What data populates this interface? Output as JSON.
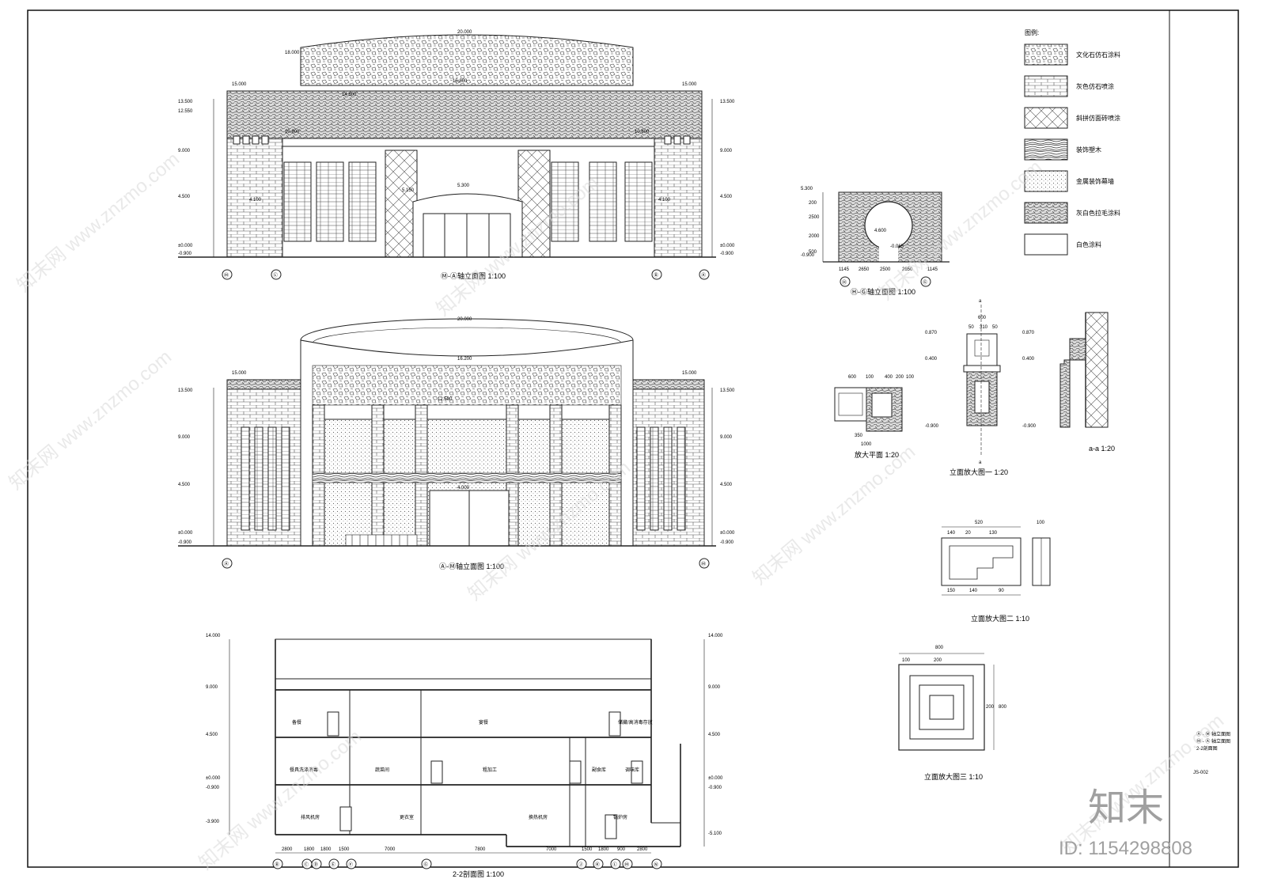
{
  "drawings": {
    "elev1": {
      "title": "Ⓜ-Ⓐ轴立面图 1:100",
      "left_axes": [
        "Ⓜ",
        "Ⓛ"
      ],
      "right_axes": [
        "Ⓑ",
        "Ⓐ"
      ],
      "levels": [
        "13.500",
        "12.550",
        "9.000",
        "4.500",
        "±0.000",
        "-0.900"
      ],
      "right_levels": [
        "13.500",
        "9.000",
        "4.500",
        "±0.000",
        "-0.900"
      ],
      "dims": [
        "20.000",
        "18.000",
        "15.000",
        "15.000",
        "14.600",
        "15.800",
        "10.800",
        "10.800",
        "5.150",
        "5.300",
        "4.100",
        "4.100"
      ]
    },
    "elev2": {
      "title": "Ⓐ-Ⓜ轴立面图 1:100",
      "left_axis": "Ⓐ",
      "right_axis": "Ⓜ",
      "levels": [
        "13.500",
        "9.000",
        "4.500",
        "±0.000",
        "-0.900"
      ],
      "dims": [
        "20.000",
        "16.200",
        "15.000",
        "15.000",
        "12.500",
        "4.000"
      ]
    },
    "elevHG": {
      "title": "Ⓗ-Ⓖ轴立面图 1:100",
      "axes": [
        "Ⓗ",
        "Ⓖ"
      ],
      "levels": [
        "5.300",
        "-0.900"
      ],
      "dims": [
        "1145",
        "2650",
        "2500",
        "2650",
        "1145"
      ],
      "vdims": [
        "200",
        "2500",
        "2000",
        "500"
      ],
      "r": "4.600",
      "neg": "-0.065"
    },
    "plan": {
      "title": "放大平面 1:20",
      "dims": [
        "600",
        "100",
        "400",
        "200",
        "100",
        "350",
        "1000"
      ]
    },
    "elev_detail1": {
      "title": "立面放大图一 1:20",
      "levels": [
        "0.870",
        "0.400",
        "-0.900"
      ],
      "dims": [
        "600",
        "50",
        "310",
        "50"
      ],
      "cut": "a"
    },
    "section_aa": {
      "title": "a-a 1:20",
      "levels": [
        "0.870",
        "0.400",
        "-0.900"
      ]
    },
    "elev_detail2": {
      "title": "立面放大图二 1:10",
      "dims": [
        "520",
        "140",
        "20",
        "130",
        "150",
        "140",
        "90",
        "100"
      ]
    },
    "elev_detail3": {
      "title": "立面放大图三 1:10",
      "dims": [
        "800",
        "100",
        "200",
        "200",
        "800"
      ]
    },
    "section22": {
      "title": "2-2剖面图 1:100",
      "axes": [
        "Ⓑ",
        "Ⓒ",
        "Ⓓ",
        "Ⓔ",
        "Ⓕ",
        "Ⓖ",
        "Ⓙ",
        "Ⓚ",
        "Ⓛ",
        "Ⓜ",
        "Ⓝ"
      ],
      "spacings": [
        "2800",
        "1800",
        "1800",
        "1500",
        "7000",
        "7800",
        "7000",
        "1500",
        "1800",
        "900",
        "2800"
      ],
      "levels": [
        "14.000",
        "9.000",
        "4.500",
        "±0.000",
        "-0.900",
        "-3.900"
      ],
      "right_levels": [
        "14.000",
        "9.000",
        "4.500",
        "±0.000",
        "-0.900",
        "-5.100"
      ],
      "rooms": [
        "备餐",
        "宴餐",
        "储藏/高消毒存放",
        "餐具洗涤消毒",
        "蔬菜间",
        "粗加工",
        "副食库",
        "调味库",
        "排风机房",
        "更衣室",
        "换热机房",
        "锅炉房"
      ]
    }
  },
  "legend": {
    "title": "图例:",
    "items": [
      {
        "label": "文化石仿石涂料",
        "pattern": "stone"
      },
      {
        "label": "灰色仿石喷涂",
        "pattern": "brick"
      },
      {
        "label": "斜拼仿面砖喷涂",
        "pattern": "diag"
      },
      {
        "label": "装饰塑木",
        "pattern": "wood"
      },
      {
        "label": "金属装饰幕墙",
        "pattern": "dots"
      },
      {
        "label": "灰白色拉毛涂料",
        "pattern": "rough"
      },
      {
        "label": "白色涂料",
        "pattern": "none"
      }
    ]
  },
  "title_block": {
    "lines": [
      "Ⓐ - Ⓜ 轴立面图",
      "Ⓜ - Ⓐ 轴立面图",
      "2-2剖面图"
    ],
    "sheet_no": "JS-002"
  },
  "watermark": {
    "text": "知末网 www.znzmo.com",
    "brand": "知末",
    "id": "ID: 1154298808"
  },
  "colors": {
    "line": "#222222",
    "watermark": "#d6d6d6",
    "brand": "#9a9a9a"
  }
}
